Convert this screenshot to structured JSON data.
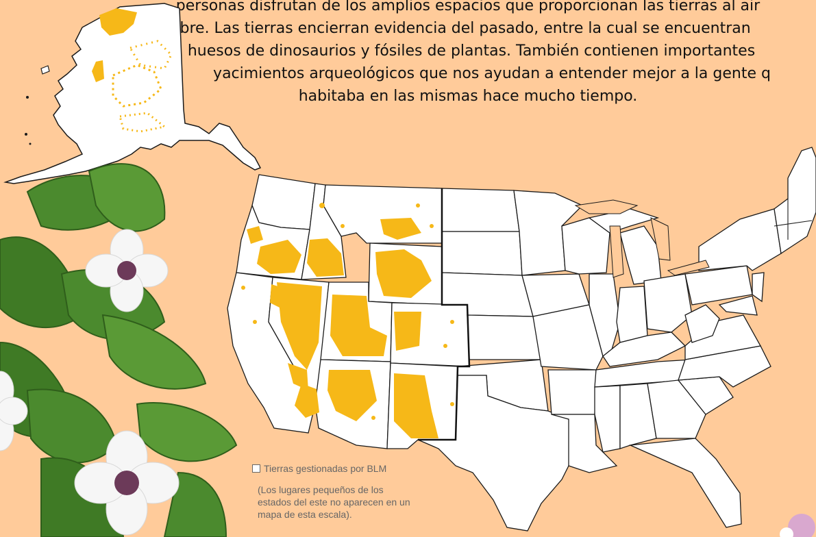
{
  "intro_text": {
    "line1": "personas disfrutan de los amplios espacios que proporcionan las tierras al air",
    "line2": "libre. Las tierras encierran evidencia del pasado, entre la cual se encuentran",
    "line3": "huesos de dinosaurios y fósiles de plantas. También contienen importantes",
    "line4": "yacimientos arqueológicos que nos ayudan a entender mejor a la gente q",
    "line5": "habitaba en las mismas hace mucho tiempo."
  },
  "legend": {
    "label": "Tierras gestionadas por BLM",
    "note": "(Los lugares pequeños de los estados del este no aparecen en un mapa de esta escala)."
  },
  "colors": {
    "background": "#ffcb9a",
    "blm_land": "#f6b818",
    "state_fill": "#ffffff",
    "state_border": "#1a1a1a",
    "leaf_green": "#4b8a2e",
    "flower_white": "#f6f6f6",
    "flower_center": "#6c3a59"
  },
  "map": {
    "highlighted_region": "BLM lands (western states)",
    "shown_areas": [
      "Alaska",
      "Contiguous United States"
    ]
  }
}
